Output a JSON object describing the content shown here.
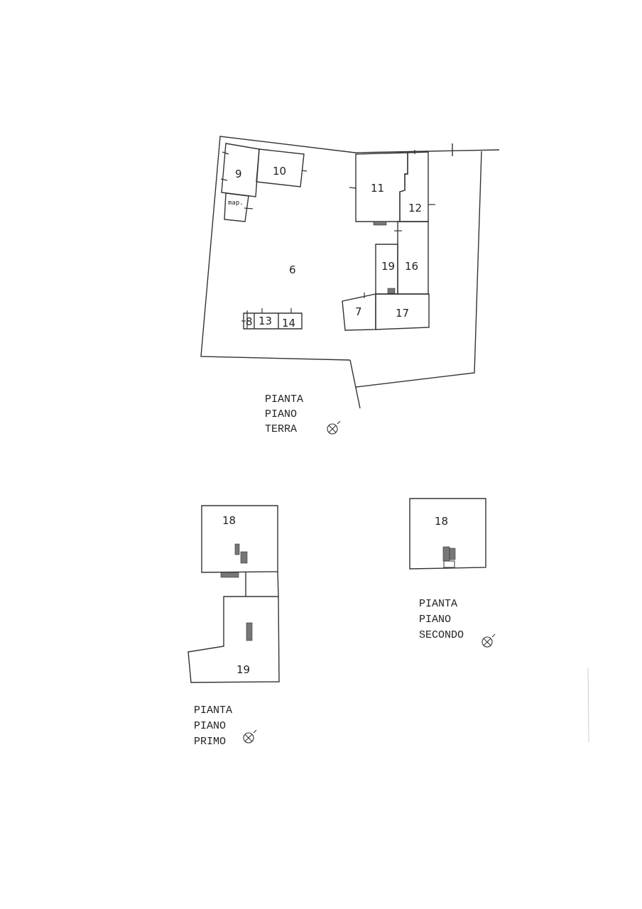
{
  "ground_floor": {
    "rooms": {
      "r6": "6",
      "r7": "7",
      "r8": "8",
      "r9": "9",
      "r10": "10",
      "r11": "11",
      "r12": "12",
      "r13": "13",
      "r14": "14",
      "r16": "16",
      "r17": "17",
      "r19": "19",
      "map": "map."
    },
    "caption": [
      "PIANTA",
      "PIANO",
      "TERRA"
    ]
  },
  "first_floor": {
    "rooms": {
      "r18": "18",
      "r19": "19"
    },
    "caption": [
      "PIANTA",
      "PIANO",
      "PRIMO"
    ]
  },
  "second_floor": {
    "rooms": {
      "r18": "18"
    },
    "caption": [
      "PIANTA",
      "PIANO",
      "SECONDO"
    ]
  },
  "north_symbol": "compass-north-icon"
}
